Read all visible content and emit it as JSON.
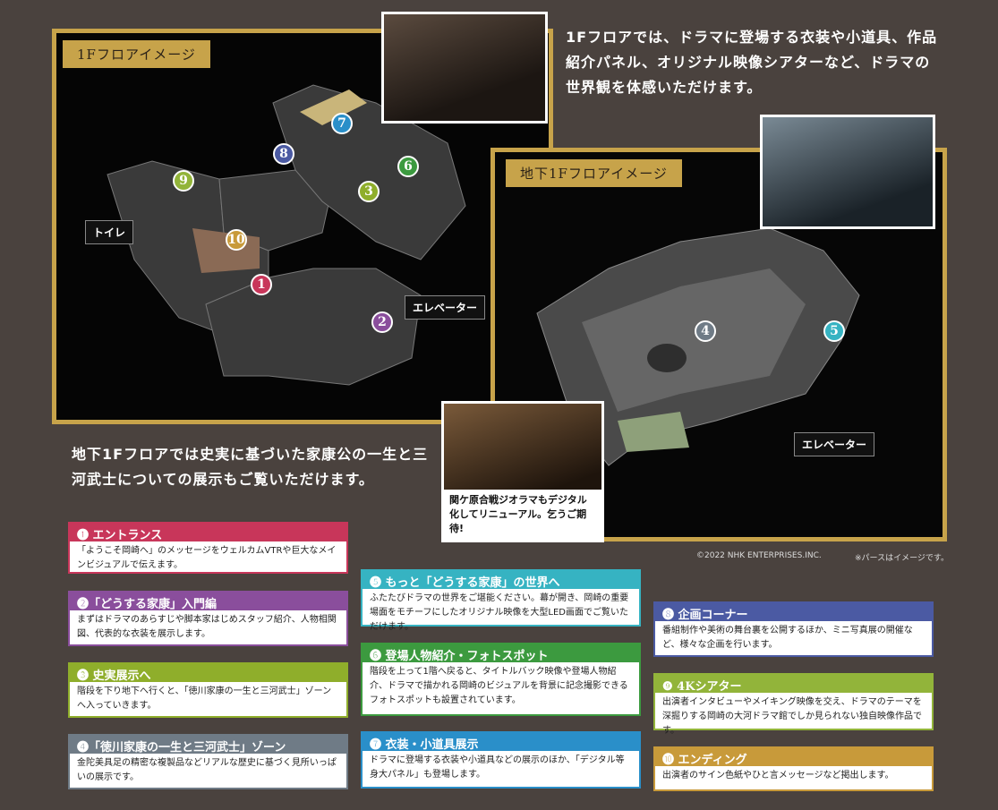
{
  "intro_1f": "1Fフロアでは、ドラマに登場する衣装や小道具、作品紹介パネル、オリジナル映像シアターなど、ドラマの世界観を体感いただけます。",
  "intro_b1": "地下1Fフロアでは史実に基づいた家康公の一生と三河武士についての展示もご覧いただけます。",
  "floor_1f_label": "1Fフロアイメージ",
  "floor_b1_label": "地下1Fフロアイメージ",
  "labels": {
    "toilet": "トイレ",
    "elevator_1f": "エレベーター",
    "elevator_b1": "エレベーター"
  },
  "numbers": {
    "n1": "1",
    "n2": "2",
    "n3": "3",
    "n4": "4",
    "n5": "5",
    "n6": "6",
    "n7": "7",
    "n8": "8",
    "n9": "9",
    "n10": "10"
  },
  "diorama_caption": "関ケ原合戦ジオラマもデジタル化してリニューアル。乞うご期待!",
  "copyright": "©2022 NHK ENTERPRISES.INC.",
  "note": "※パースはイメージです。",
  "colors": {
    "gold": "#c7a34a",
    "z1": "#c8365a",
    "z2": "#8a4e9c",
    "z3": "#8fae2b",
    "z4": "#6f7b86",
    "z5": "#36b3c2",
    "z6": "#3c9a3f",
    "z7": "#2a8fc9",
    "z8": "#4b5aa3",
    "z9": "#92b43a",
    "z10": "#c89a3a"
  },
  "zones": [
    {
      "title": "❶ エントランス",
      "desc": "「ようこそ岡崎へ」のメッセージをウェルカムVTRや巨大なメインビジュアルで伝えます。"
    },
    {
      "title": "❷「どうする家康」入門編",
      "desc": "まずはドラマのあらすじや脚本家はじめスタッフ紹介、人物相関図、代表的な衣装を展示します。"
    },
    {
      "title": "❸ 史実展示へ",
      "desc": "階段を下り地下へ行くと、「徳川家康の一生と三河武士」ゾーンへ入っていきます。"
    },
    {
      "title": "❹「徳川家康の一生と三河武士」ゾーン",
      "desc": "金陀美具足の精密な複製品などリアルな歴史に基づく見所いっぱいの展示です。"
    },
    {
      "title": "❺ もっと「どうする家康」の世界へ",
      "desc": "ふたたびドラマの世界をご堪能ください。幕が開き、岡崎の重要場面をモチーフにしたオリジナル映像を大型LED画面でご覧いただけます。"
    },
    {
      "title": "❻ 登場人物紹介・フォトスポット",
      "desc": "階段を上って1階へ戻ると、タイトルバック映像や登場人物紹介、ドラマで描かれる岡崎のビジュアルを背景に記念撮影できるフォトスポットも設置されています。"
    },
    {
      "title": "❼ 衣装・小道具展示",
      "desc": "ドラマに登場する衣装や小道具などの展示のほか、「デジタル等身大パネル」も登場します。"
    },
    {
      "title": "❽ 企画コーナー",
      "desc": "番組制作や美術の舞台裏を公開するほか、ミニ写真展の開催など、様々な企画を行います。"
    },
    {
      "title": "❾ 4Kシアター",
      "desc": "出演者インタビューやメイキング映像を交え、ドラマのテーマを深掘りする岡崎の大河ドラマ館でしか見られない独自映像作品です。"
    },
    {
      "title": "❿ エンディング",
      "desc": "出演者のサイン色紙やひと言メッセージなど掲出します。"
    }
  ]
}
